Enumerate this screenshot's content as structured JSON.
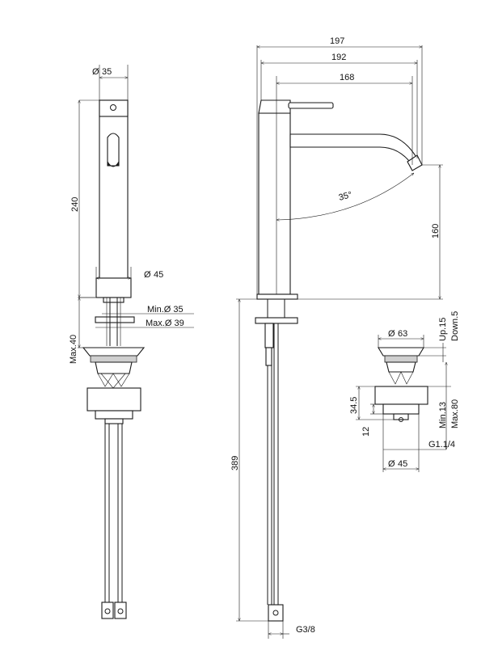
{
  "dimensions": {
    "front_diameter_top": "35",
    "front_height": "240",
    "front_base_diameter": "45",
    "hole_min": "Min.Ø 35",
    "hole_max": "Max.Ø 39",
    "deck_max": "Max.40",
    "side_width_197": "197",
    "side_width_192": "192",
    "side_width_168": "168",
    "swivel_angle": "35°",
    "spout_height": "160",
    "total_height": "389",
    "connection": "G3/8",
    "waste_diameter": "63",
    "waste_up": "Up.15",
    "waste_down": "Down.5",
    "waste_34_5": "34.5",
    "waste_12": "12",
    "waste_min": "Min.13",
    "waste_max": "Max.80",
    "waste_thread": "G1.1/4",
    "waste_body_diameter": "45"
  },
  "colors": {
    "line": "#1a1a1a",
    "fill": "#ffffff",
    "shade": "#cfcfcf"
  }
}
